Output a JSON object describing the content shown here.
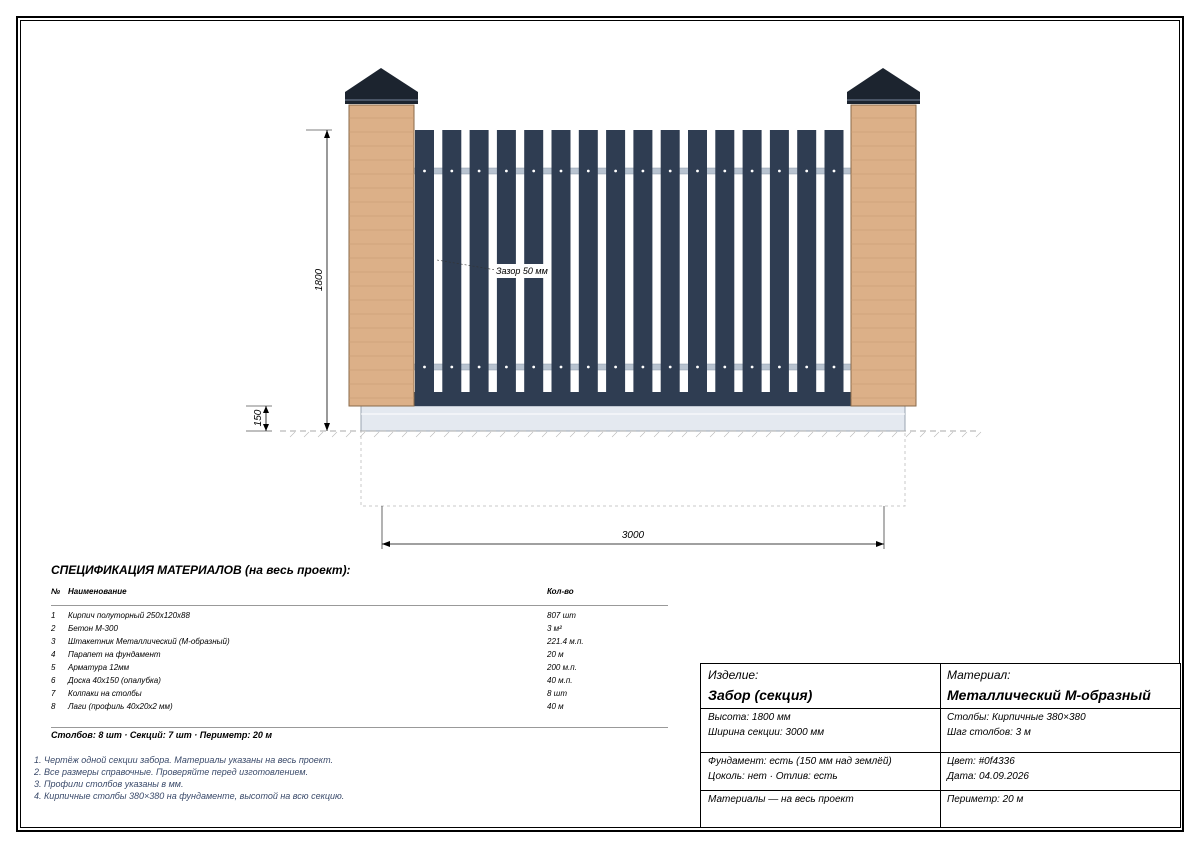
{
  "drawing": {
    "dim_height": "1800",
    "dim_plinth": "150",
    "dim_width": "3000",
    "gap_label": "Зазор 50 мм",
    "colors": {
      "picket": "#2f3d52",
      "brick": "#dcb088",
      "cap": "#1c242f",
      "rail": "#b8c3d0",
      "plinth": "#e4e9f0"
    }
  },
  "spec": {
    "title": "СПЕЦИФИКАЦИЯ МАТЕРИАЛОВ (на весь проект):",
    "headers": {
      "num": "№",
      "name": "Наименование",
      "qty": "Кол-во"
    },
    "rows": [
      {
        "num": "1",
        "name": "Кирпич полуторный 250x120x88",
        "qty": "807 шт"
      },
      {
        "num": "2",
        "name": "Бетон М-300",
        "qty": "3 м²"
      },
      {
        "num": "3",
        "name": "Штакетник Металлический (М-образный)",
        "qty": "221.4 м.п."
      },
      {
        "num": "4",
        "name": "Парапет на фундамент",
        "qty": "20 м"
      },
      {
        "num": "5",
        "name": "Арматура 12мм",
        "qty": "200 м.п."
      },
      {
        "num": "6",
        "name": "Доска 40x150 (опалубка)",
        "qty": "40 м.п."
      },
      {
        "num": "7",
        "name": "Колпаки на столбы",
        "qty": "8 шт"
      },
      {
        "num": "8",
        "name": "Лаги (профиль 40x20x2 мм)",
        "qty": "40 м"
      }
    ],
    "summary": "Столбов: 8 шт · Секций: 7 шт · Периметр: 20 м"
  },
  "notes": [
    "1. Чертёж одной секции забора. Материалы указаны на весь проект.",
    "2. Все размеры справочные. Проверяйте перед изготовлением.",
    "3. Профили столбов указаны в мм.",
    "4. Кирпичные столбы 380×380 на фундаменте, высотой на всю секцию."
  ],
  "title_block": {
    "product_label": "Изделие:",
    "product_value": "Забор (секция)",
    "material_label": "Материал:",
    "material_value": "Металлический М-образный",
    "height": "Высота: 1800 мм",
    "section_width": "Ширина секции: 3000 мм",
    "posts": "Столбы: Кирпичные 380×380",
    "post_step": "Шаг столбов: 3 м",
    "foundation": "Фундамент: есть (150 мм над землёй)",
    "plinth": "Цоколь: нет · Отлив: есть",
    "color": "Цвет: #0f4336",
    "date": "Дата: 04.09.2026",
    "materials_note": "Материалы — на весь проект",
    "perimeter": "Периметр: 20 м"
  }
}
